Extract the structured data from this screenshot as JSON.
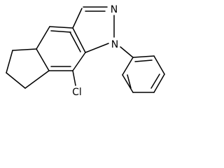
{
  "molecule": {
    "atoms": {
      "n2": "N",
      "n1": "N",
      "cl": "Cl"
    }
  },
  "colors": {
    "background": "#ffffff",
    "ink": "#000000"
  }
}
